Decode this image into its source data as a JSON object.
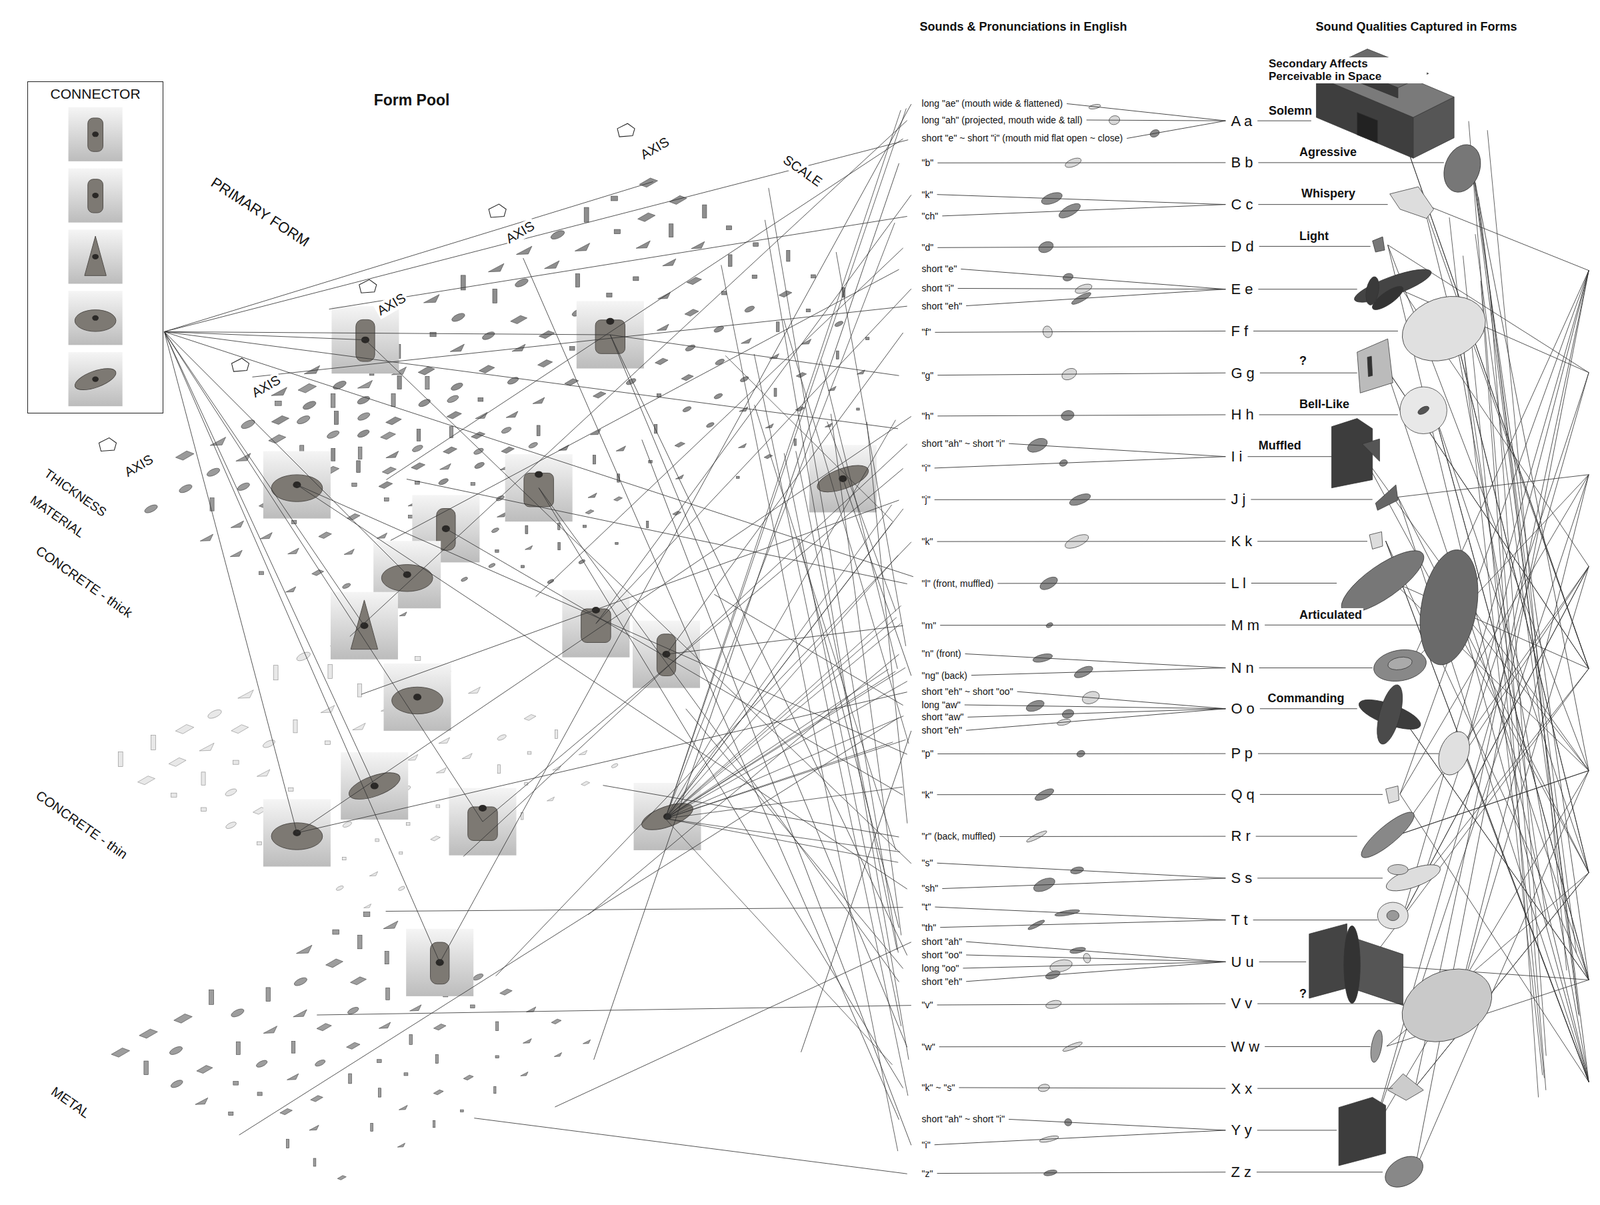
{
  "diagram": {
    "nodes": [
      {
        "text": [
          "CONNECTOR"
        ]
      }
    ],
    "labels": [
      "Form Pool",
      "Sounds & Pronunciations in English",
      "Sound Qualities Captured in Forms",
      "PRIMARY FORM",
      "AXIS",
      "SCALE",
      "AXIS",
      "AXIS",
      "AXIS",
      "AXIS",
      "THICKNESS",
      "MATERIAL",
      "CONCRETE - thick",
      "CONCRETE - thin",
      "METAL",
      "long \"ae\" (mouth wide & flattened)",
      "long \"ah\" (projected, mouth wide & tall)",
      "short \"e\" ~ short \"i\" (mouth mid flat open ~ close)",
      "\"b\"",
      "\"k\"",
      "\"ch\"",
      "\"d\"",
      "short \"e\"",
      "short \"i\"",
      "short \"eh\"",
      "\"f\"",
      "\"g\"",
      "\"h\"",
      "short \"ah\" ~ short \"i\"",
      "\"i\"",
      "\"j\"",
      "\"k\"",
      "\"l\" (front, muffled)",
      "\"m\"",
      "\"n\" (front)",
      "\"ng\" (back)",
      "short \"eh\" ~ short \"oo\"",
      "long \"aw\"",
      "short \"aw\"",
      "short \"eh\"",
      "\"p\"",
      "\"k\"",
      "\"r\" (back, muffled)",
      "\"s\"",
      "\"sh\"",
      "\"t\"",
      "\"th\"",
      "short \"ah\"",
      "short \"oo\"",
      "long \"oo\"",
      "short \"eh\"",
      "\"v\"",
      "\"w\"",
      "\"k\" ~ \"s\"",
      "short \"ah\" ~ short \"i\"",
      "\"i\"",
      "\"z\"",
      "A a",
      "B b",
      "C c",
      "D d",
      "E e",
      "F f",
      "G g",
      "H h",
      "I i",
      "J j",
      "K k",
      "L l",
      "M m",
      "N n",
      "O o",
      "P p",
      "Q q",
      "R r",
      "S s",
      "T t",
      "U u",
      "V v",
      "W w",
      "X x",
      "Y y",
      "Z z",
      "Secondary Affects Perceivable in Space",
      "Solemn",
      "Agressive",
      "Whispery",
      "Light",
      "?",
      "Bell-Like",
      "Muffled",
      "Articulated",
      "Commanding",
      "?"
    ]
  }
}
